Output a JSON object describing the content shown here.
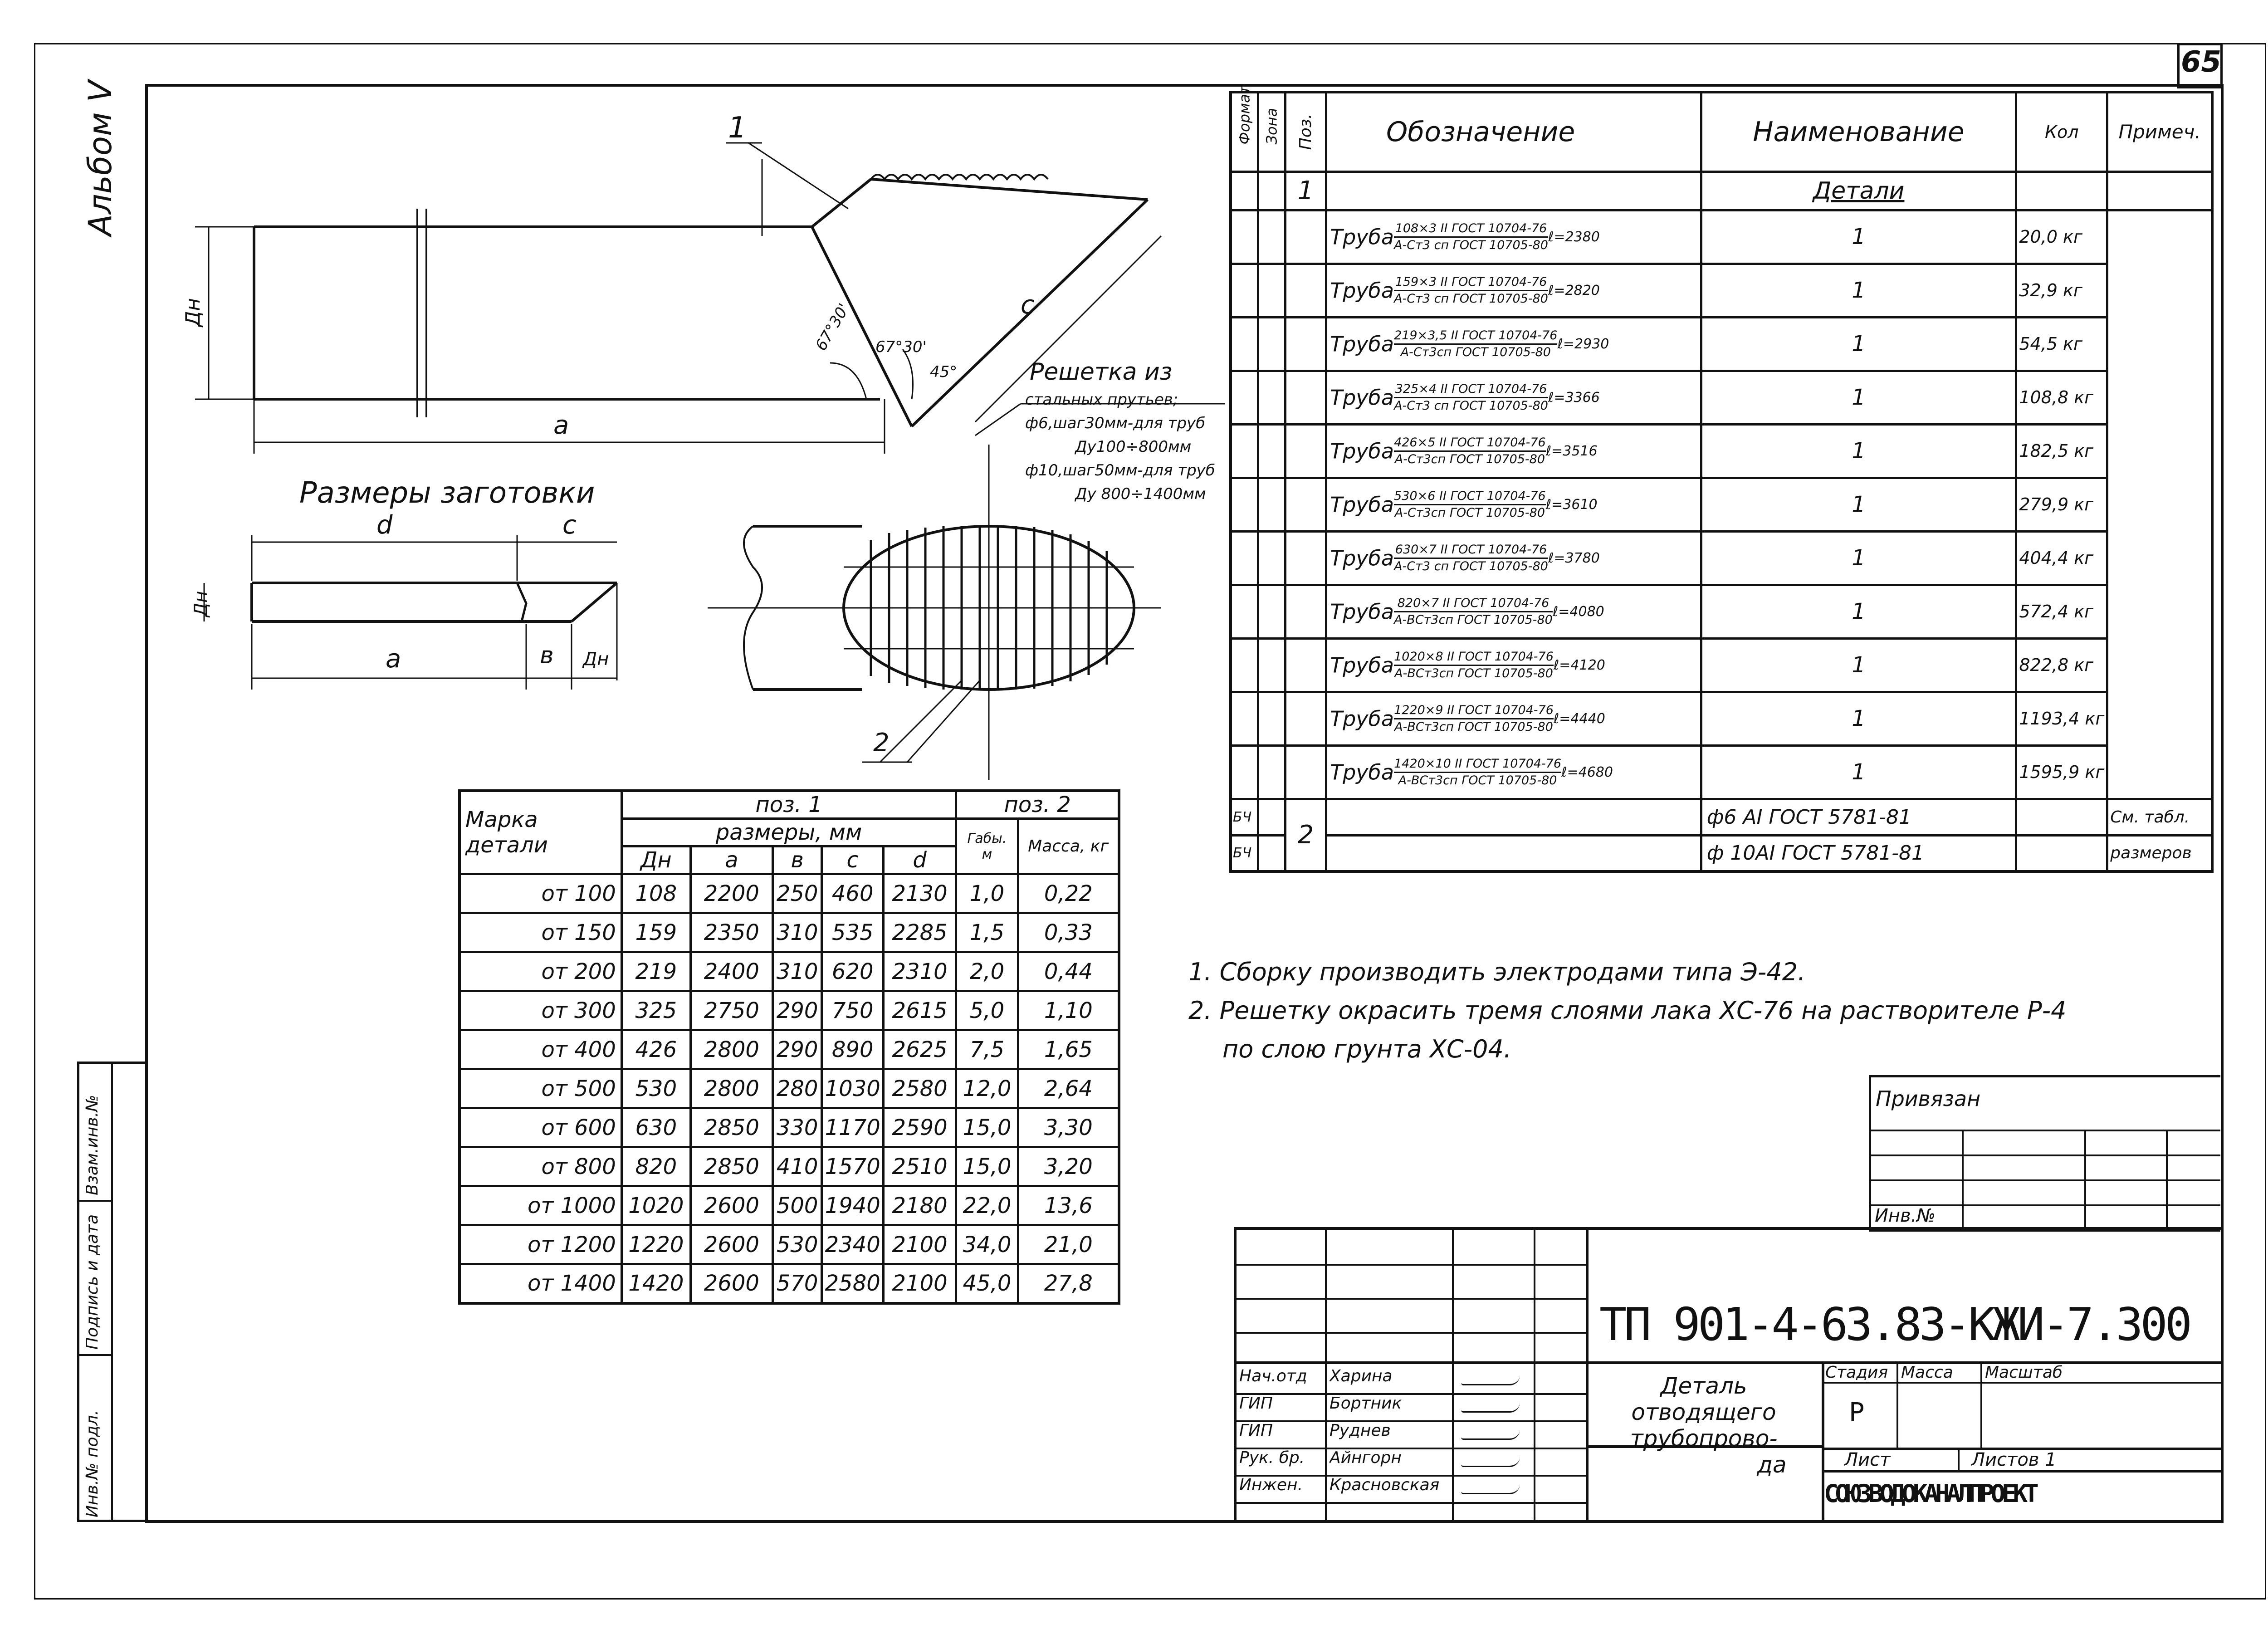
{
  "sheet_number": "65",
  "album_label": "Альбом V",
  "drawing": {
    "callout_1": "1",
    "callout_2": "2",
    "dim_dn": "Дн",
    "dim_a": "a",
    "dim_c": "c",
    "angle_1": "67°30'",
    "angle_2": "67°30'",
    "angle_3": "45°",
    "grate_title": "Решетка из",
    "grate_lines": [
      "стальных прутьев;",
      "ф6,шаг30мм-для труб",
      "Ду100÷800мм",
      "ф10,шаг50мм-для труб",
      "Ду 800÷1400мм"
    ]
  },
  "blank": {
    "title": "Размеры заготовки",
    "dim_d": "d",
    "dim_c": "c",
    "dim_dn": "Дн",
    "dim_a": "a",
    "dim_b": "в",
    "dim_dn2": "Дн"
  },
  "table": {
    "header_mark": "Марка детали",
    "header_pos1": "поз. 1",
    "header_sizes": "размеры, мм",
    "header_pos2": "поз. 2",
    "cols": [
      "Дн",
      "a",
      "в",
      "c",
      "d",
      "Габы. м",
      "Масса, кг"
    ],
    "rows": [
      [
        "от 100",
        "108",
        "2200",
        "250",
        "460",
        "2130",
        "1,0",
        "0,22"
      ],
      [
        "от 150",
        "159",
        "2350",
        "310",
        "535",
        "2285",
        "1,5",
        "0,33"
      ],
      [
        "от 200",
        "219",
        "2400",
        "310",
        "620",
        "2310",
        "2,0",
        "0,44"
      ],
      [
        "от 300",
        "325",
        "2750",
        "290",
        "750",
        "2615",
        "5,0",
        "1,10"
      ],
      [
        "от 400",
        "426",
        "2800",
        "290",
        "890",
        "2625",
        "7,5",
        "1,65"
      ],
      [
        "от 500",
        "530",
        "2800",
        "280",
        "1030",
        "2580",
        "12,0",
        "2,64"
      ],
      [
        "от 600",
        "630",
        "2850",
        "330",
        "1170",
        "2590",
        "15,0",
        "3,30"
      ],
      [
        "от 800",
        "820",
        "2850",
        "410",
        "1570",
        "2510",
        "15,0",
        "3,20"
      ],
      [
        "от 1000",
        "1020",
        "2600",
        "500",
        "1940",
        "2180",
        "22,0",
        "13,6"
      ],
      [
        "от 1200",
        "1220",
        "2600",
        "530",
        "2340",
        "2100",
        "34,0",
        "21,0"
      ],
      [
        "от 1400",
        "1420",
        "2600",
        "570",
        "2580",
        "2100",
        "45,0",
        "27,8"
      ]
    ]
  },
  "spec": {
    "headers": [
      "Формат",
      "Зона",
      "Поз.",
      "Обозначение",
      "Наименование",
      "Кол",
      "Примеч."
    ],
    "section_title": "Детали",
    "pos_1": "1",
    "pos_2": "2",
    "pipe_rows": [
      {
        "name": "Труба",
        "l1": "108×3 II ГОСТ 10704-76",
        "l2": "А-Ст3 сп ГОСТ 10705-80",
        "len": "ℓ=2380",
        "qty": "1",
        "note": "20,0 кг"
      },
      {
        "name": "Труба",
        "l1": "159×3 II ГОСТ 10704-76",
        "l2": "А-Ст3 сп ГОСТ 10705-80",
        "len": "ℓ=2820",
        "qty": "1",
        "note": "32,9 кг"
      },
      {
        "name": "Труба",
        "l1": "219×3,5 II ГОСТ 10704-76",
        "l2": "А-Ст3сп ГОСТ 10705-80",
        "len": "ℓ=2930",
        "qty": "1",
        "note": "54,5 кг"
      },
      {
        "name": "Труба",
        "l1": "325×4 II ГОСТ 10704-76",
        "l2": "А-Ст3 сп ГОСТ 10705-80",
        "len": "ℓ=3366",
        "qty": "1",
        "note": "108,8 кг"
      },
      {
        "name": "Труба",
        "l1": "426×5 II ГОСТ 10704-76",
        "l2": "А-Ст3сп ГОСТ 10705-80",
        "len": "ℓ=3516",
        "qty": "1",
        "note": "182,5 кг"
      },
      {
        "name": "Труба",
        "l1": "530×6 II ГОСТ 10704-76",
        "l2": "А-Ст3сп ГОСТ 10705-80",
        "len": "ℓ=3610",
        "qty": "1",
        "note": "279,9 кг"
      },
      {
        "name": "Труба",
        "l1": "630×7 II ГОСТ 10704-76",
        "l2": "А-Ст3 сп ГОСТ 10705-80",
        "len": "ℓ=3780",
        "qty": "1",
        "note": "404,4 кг"
      },
      {
        "name": "Труба",
        "l1": "820×7 II ГОСТ 10704-76",
        "l2": "А-ВСт3сп ГОСТ 10705-80",
        "len": "ℓ=4080",
        "qty": "1",
        "note": "572,4 кг"
      },
      {
        "name": "Труба",
        "l1": "1020×8 II ГОСТ 10704-76",
        "l2": "А-ВСт3сп ГОСТ 10705-80",
        "len": "ℓ=4120",
        "qty": "1",
        "note": "822,8 кг"
      },
      {
        "name": "Труба",
        "l1": "1220×9 II ГОСТ 10704-76",
        "l2": "А-ВСт3сп ГОСТ 10705-80",
        "len": "ℓ=4440",
        "qty": "1",
        "note": "1193,4 кг"
      },
      {
        "name": "Труба",
        "l1": "1420×10 II ГОСТ 10704-76",
        "l2": "А-ВСт3сп ГОСТ 10705-80",
        "len": "ℓ=4680",
        "qty": "1",
        "note": "1595,9 кг"
      }
    ],
    "bar_rows": [
      {
        "fmt": "БЧ",
        "name": "ф6 АI ГОСТ 5781-81",
        "note": "См. табл."
      },
      {
        "fmt": "БЧ",
        "name": "ф 10АI ГОСТ 5781-81",
        "note": "размеров"
      }
    ]
  },
  "notes": [
    "1. Сборку производить электродами типа Э-42.",
    "2. Решетку окрасить тремя слоями лака ХС-76 на растворителе Р-4",
    "по слою грунта ХС-04."
  ],
  "privyazan": {
    "label": "Привязан",
    "inv": "Инв.№"
  },
  "title_block": {
    "code": "ТП 901-4-63.83-КЖИ-7.300",
    "name_l1": "Деталь",
    "name_l2": "отводящего трубопрово-",
    "name_l3": "да",
    "stage_h": "Стадия",
    "mass_h": "Масса",
    "scale_h": "Масштаб",
    "stage": "Р",
    "sheet_h": "Лист",
    "sheets_h": "Листов 1",
    "org": "СОЮЗВОДОКАНАЛПРОЕКТ",
    "signers": [
      {
        "role": "Нач.отд",
        "name": "Харина"
      },
      {
        "role": "ГИП",
        "name": "Бортник"
      },
      {
        "role": "ГИП",
        "name": "Руднев"
      },
      {
        "role": "Рук. бр.",
        "name": "Айнгорн"
      },
      {
        "role": "Инжен.",
        "name": "Красновская"
      }
    ]
  },
  "side_stamp": [
    "Инв.№ подл.",
    "Подпись и дата",
    "Взам.инв.№"
  ]
}
